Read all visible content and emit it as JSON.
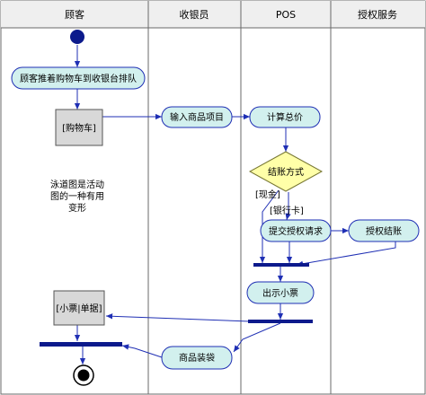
{
  "lanes": [
    "顾客",
    "收银员",
    "POS",
    "授权服务"
  ],
  "nodes": {
    "push_cart": "顾客推着购物车到收银台排队",
    "cart_object": "[购物车]",
    "input_items": "输入商品项目",
    "calc_total": "计算总价",
    "pay_method": "结账方式",
    "submit_auth": "提交授权请求",
    "auth_checkout": "授权结账",
    "show_receipt": "出示小票",
    "receipt_object": "[小票|单据]",
    "pack_goods": "商品装袋"
  },
  "guards": {
    "cash": "[现金]",
    "card": "[银行卡]"
  },
  "note": [
    "泳道图是活动",
    "图的一种有用",
    "变形"
  ],
  "colors": {
    "activity_fill": "#d2f0ee",
    "activity_border": "#1f2fb4",
    "decision_fill": "#ffffa8",
    "object_fill": "#d8d8d8",
    "bar": "#0c1a8c",
    "start_node": "#0c1a8c",
    "header_fill": "#efefef"
  }
}
